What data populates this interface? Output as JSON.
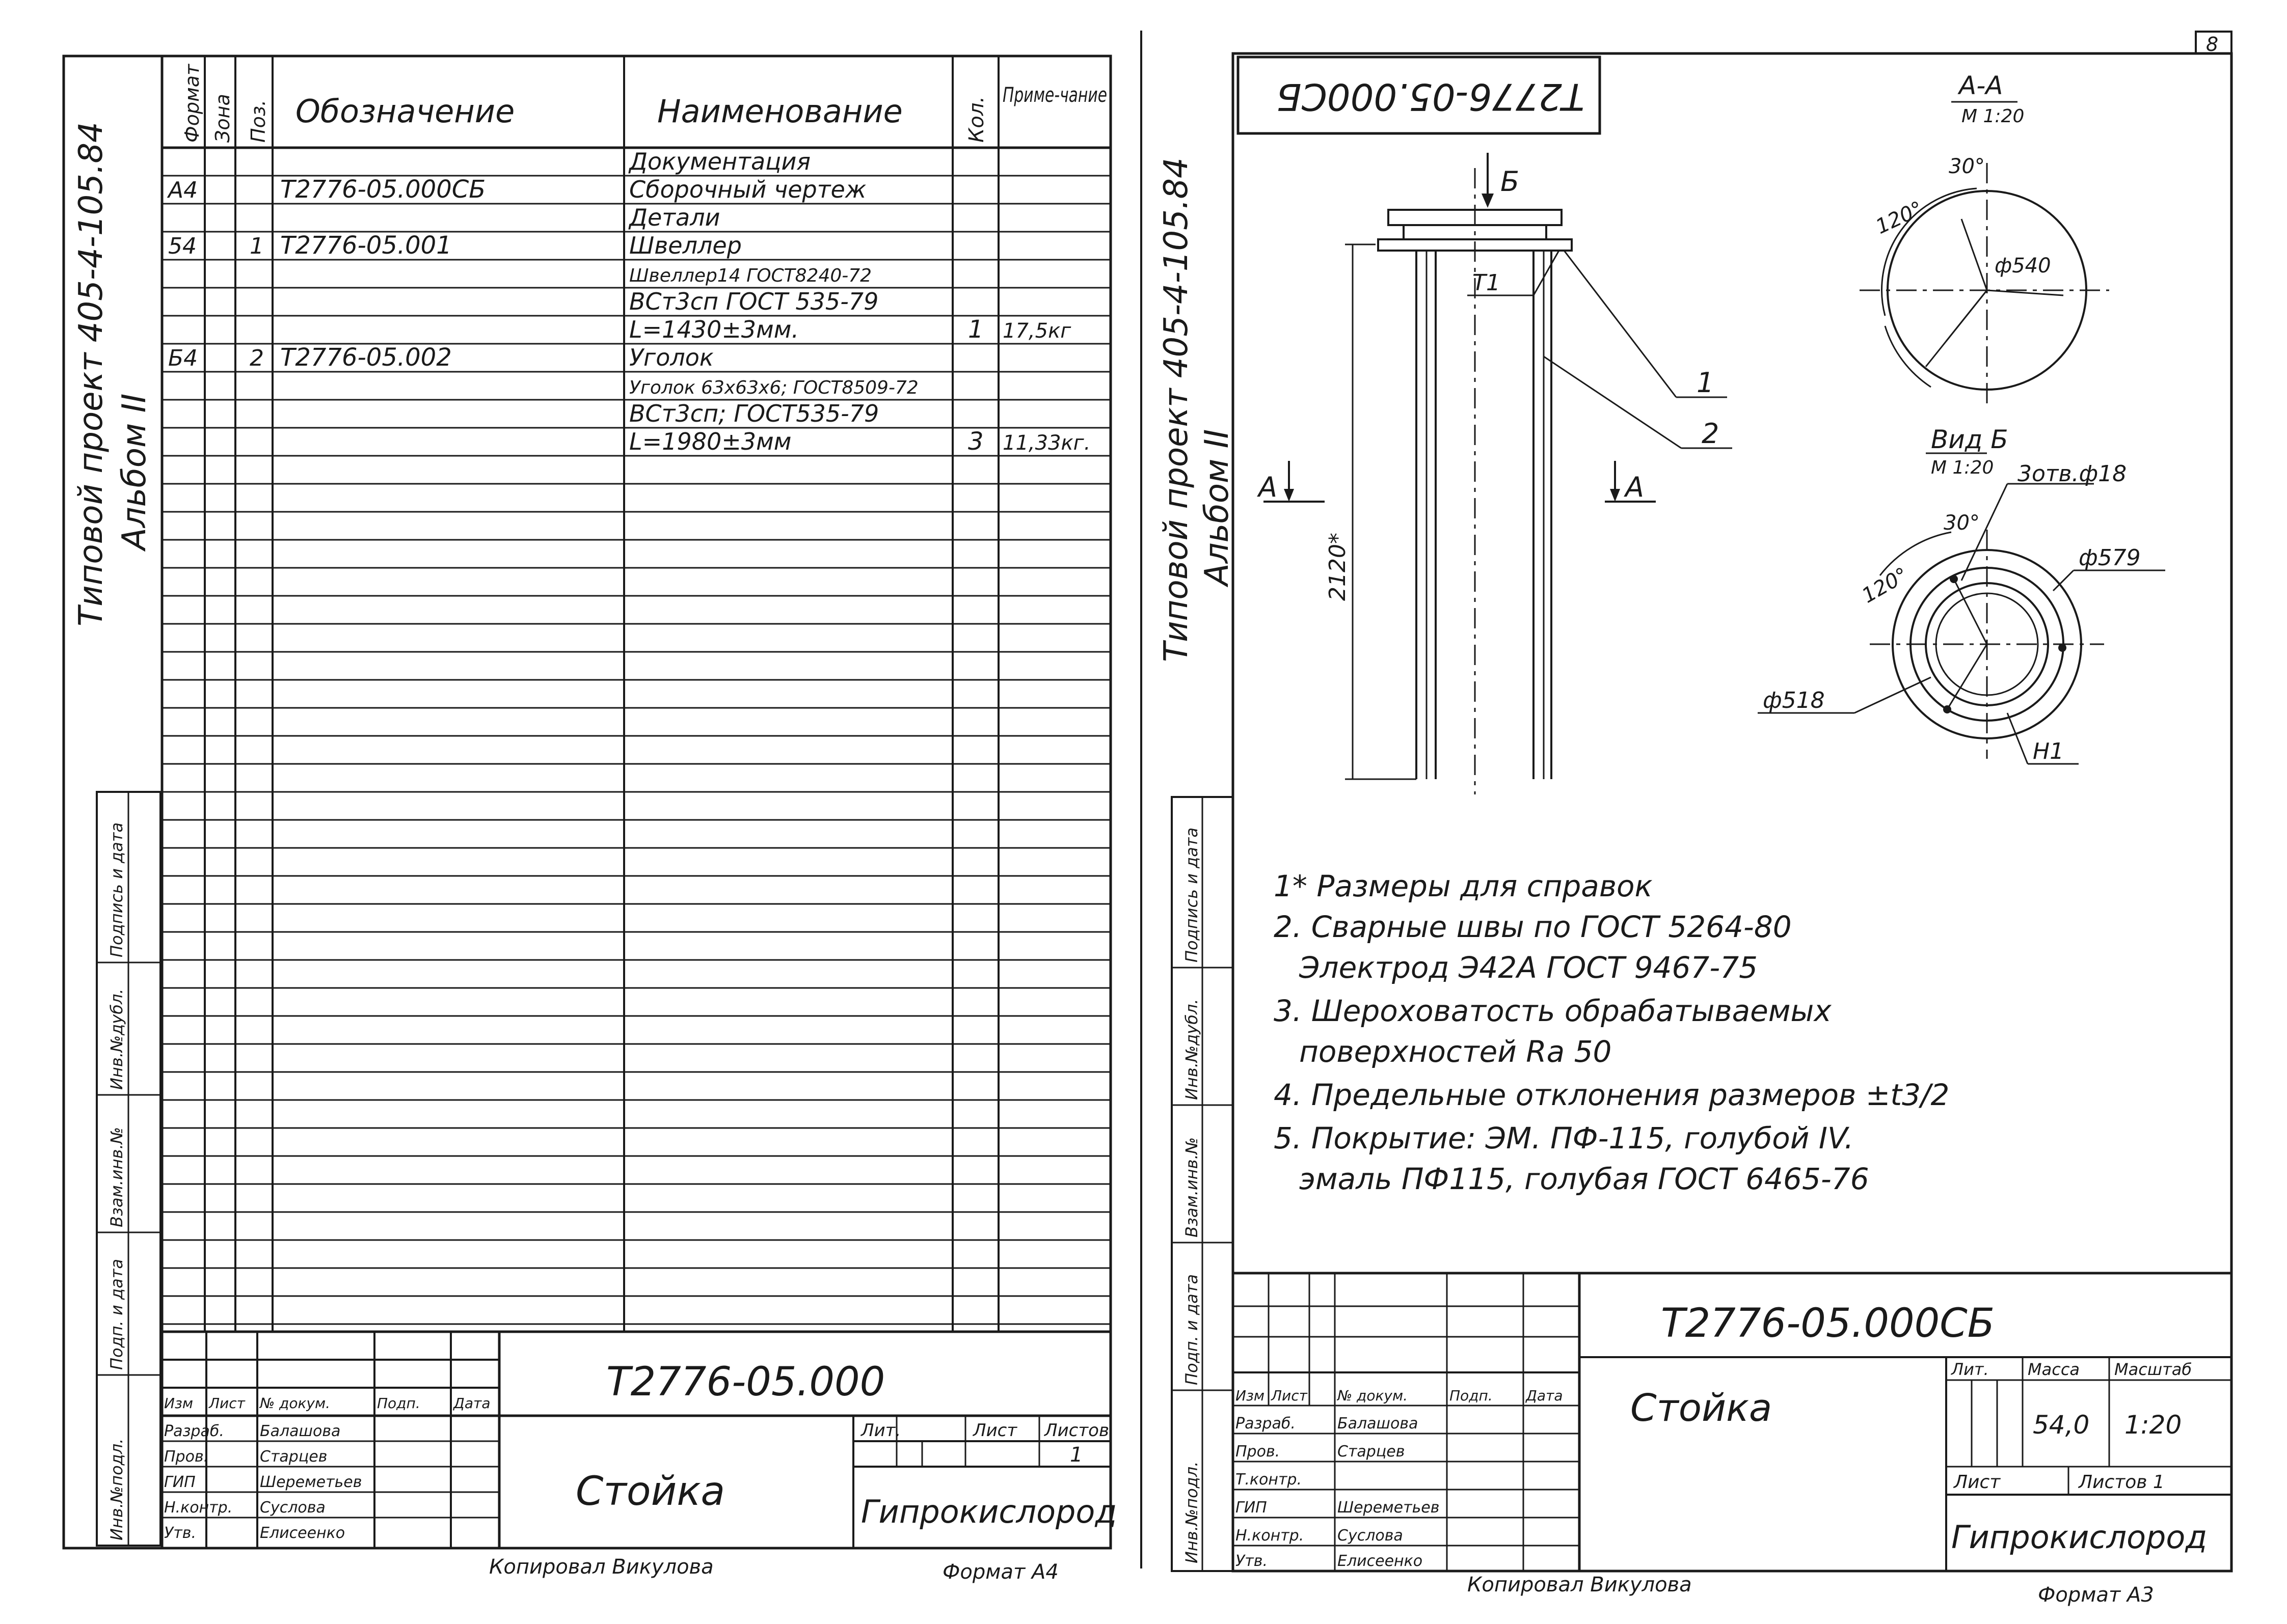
{
  "left_sheet": {
    "side_project": "Типовой проект 405-4-105.84",
    "side_album": "Альбом II",
    "side_stamp_labels": [
      "Инв.№подл.",
      "Подп. и дата",
      "Взам.инв.№",
      "Инв.№дубл.",
      "Подпись и дата"
    ],
    "header": {
      "format": "Формат",
      "zone": "Зона",
      "pos": "Поз.",
      "designation": "Обозначение",
      "name": "Наименование",
      "qty": "Кол.",
      "note": "Приме-чание"
    },
    "rows": [
      {
        "format": "",
        "pos": "",
        "designation": "",
        "name": "Документация",
        "qty": "",
        "note": ""
      },
      {
        "format": "A4",
        "pos": "",
        "designation": "Т2776-05.000СБ",
        "name": "Сборочный чертеж",
        "qty": "",
        "note": ""
      },
      {
        "format": "",
        "pos": "",
        "designation": "",
        "name": "Детали",
        "qty": "",
        "note": ""
      },
      {
        "format": "54",
        "pos": "1",
        "designation": "Т2776-05.001",
        "name": "Швеллер",
        "qty": "",
        "note": ""
      },
      {
        "format": "",
        "pos": "",
        "designation": "",
        "name": "Швеллер14 ГОСТ8240-72",
        "qty": "",
        "note": ""
      },
      {
        "format": "",
        "pos": "",
        "designation": "",
        "name": "ВСт3сп ГОСТ 535-79",
        "qty": "",
        "note": ""
      },
      {
        "format": "",
        "pos": "",
        "designation": "",
        "name": "L=1430±3мм.",
        "qty": "1",
        "note": "17,5кг"
      },
      {
        "format": "Б4",
        "pos": "2",
        "designation": "Т2776-05.002",
        "name": "Уголок",
        "qty": "",
        "note": ""
      },
      {
        "format": "",
        "pos": "",
        "designation": "",
        "name": "Уголок 63х63х6; ГОСТ8509-72",
        "qty": "",
        "note": ""
      },
      {
        "format": "",
        "pos": "",
        "designation": "",
        "name": "ВСт3сп; ГОСТ535-79",
        "qty": "",
        "note": ""
      },
      {
        "format": "",
        "pos": "",
        "designation": "",
        "name": "L=1980±3мм",
        "qty": "3",
        "note": "11,33кг."
      }
    ],
    "title_block": {
      "designation": "Т2776-05.000",
      "name": "Стойка",
      "org": "Гипрокислород",
      "col_izm": "Изм",
      "col_list": "Лист",
      "col_doc": "№ докум.",
      "col_sign": "Подп.",
      "col_date": "Дата",
      "lit": "Лит.",
      "list": "Лист",
      "listov": "Листов",
      "listov_val": "1",
      "people": [
        {
          "role": "Разраб.",
          "name": "Балашова"
        },
        {
          "role": "Пров.",
          "name": "Старцев"
        },
        {
          "role": "ГИП",
          "name": "Шереметьев"
        },
        {
          "role": "Н.контр.",
          "name": "Суслова"
        },
        {
          "role": "Утв.",
          "name": "Елисеенко"
        }
      ]
    },
    "copied": "Копировал Викулова",
    "format_note": "Формат А4"
  },
  "right_sheet": {
    "sheet_number": "8",
    "side_project": "Типовой проект 405-4-105.84",
    "side_album": "Альбом II",
    "side_stamp_labels": [
      "Инв.№подл.",
      "Подп. и дата",
      "Взам.инв.№",
      "Инв.№дубл.",
      "Подпись и дата"
    ],
    "mirror_code": "Т2776-05.000СБ",
    "section_title": "А-А",
    "section_scale": "М 1:20",
    "view_title": "Вид Б",
    "view_scale": "М 1:20",
    "labels": {
      "arrow_b": "Б",
      "cut_a_left": "А",
      "cut_a_right": "А",
      "weld": "Т1",
      "height": "2120*",
      "pos1": "1",
      "pos2": "2",
      "aa_angle_120": "120°",
      "aa_angle_30": "30°",
      "aa_dia": "ф540",
      "vb_angle_120": "120°",
      "vb_angle_30": "30°",
      "vb_holes": "3отв.ф18",
      "vb_d579": "ф579",
      "vb_d518": "ф518",
      "vb_weld": "Н1"
    },
    "notes": [
      "1* Размеры для справок",
      "2. Сварные швы по ГОСТ 5264-80",
      "Электрод Э42А ГОСТ 9467-75",
      "3. Шероховатость обрабатываемых",
      "поверхностей Ra 50",
      "4. Предельные отклонения размеров ±t3/2",
      "5. Покрытие: ЭМ. ПФ-115, голубой IV.",
      "эмаль ПФ115, голубая ГОСТ 6465-76"
    ],
    "title_block": {
      "designation": "Т2776-05.000СБ",
      "name": "Стойка",
      "org": "Гипрокислород",
      "lit": "Лит.",
      "mass": "Масса",
      "scale": "Масштаб",
      "mass_val": "54,0",
      "scale_val": "1:20",
      "list": "Лист",
      "listov": "Листов 1",
      "col_izm": "Изм",
      "col_list": "Лист",
      "col_doc": "№ докум.",
      "col_sign": "Подп.",
      "col_date": "Дата",
      "people": [
        {
          "role": "Разраб.",
          "name": "Балашова"
        },
        {
          "role": "Пров.",
          "name": "Старцев"
        },
        {
          "role": "Т.контр.",
          "name": ""
        },
        {
          "role": "ГИП",
          "name": "Шереметьев"
        },
        {
          "role": "Н.контр.",
          "name": "Суслова"
        },
        {
          "role": "Утв.",
          "name": "Елисеенко"
        }
      ]
    },
    "copied": "Копировал Викулова",
    "format_note": "Формат А3"
  }
}
